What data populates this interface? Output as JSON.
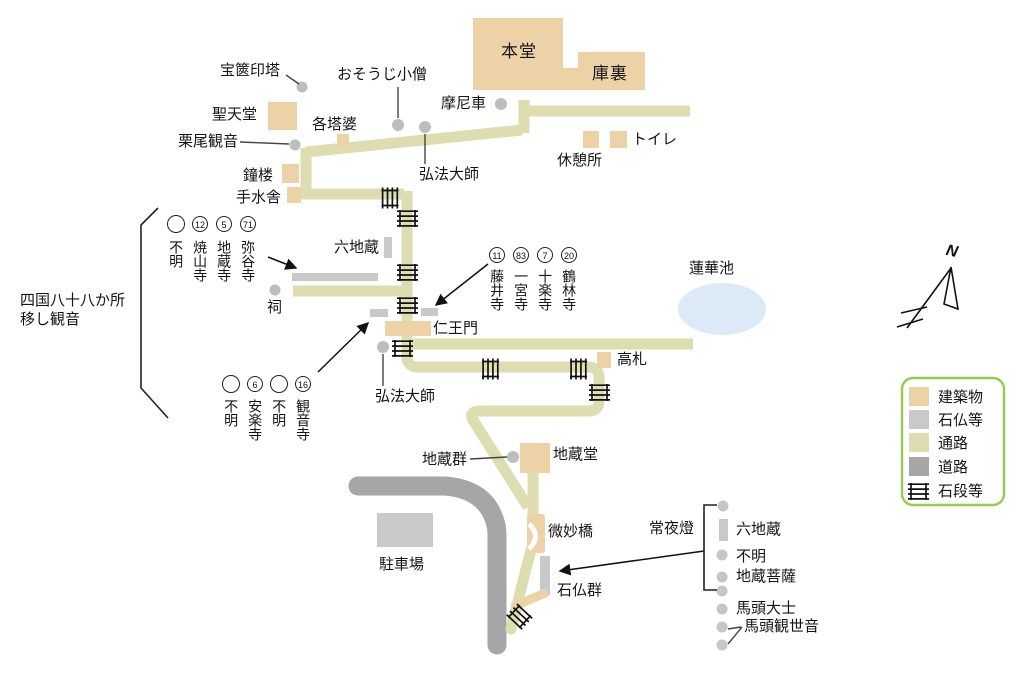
{
  "places": {
    "hokyointo": "宝篋印塔",
    "osoji_kozo": "おそうじ小僧",
    "hondo": "本堂",
    "kuri": "庫裏",
    "manisha": "摩尼車",
    "shotendo": "聖天堂",
    "kakutoba": "各塔婆",
    "kurio_kannon": "栗尾観音",
    "toilet": "トイレ",
    "rest_area": "休憩所",
    "shoro": "鐘楼",
    "temizusha": "手水舎",
    "kobo_daishi_upper": "弘法大師",
    "rokujizo": "六地蔵",
    "hokora": "祠",
    "renge_pond": "蓮華池",
    "niomon": "仁王門",
    "kosatsu": "高札",
    "kobo_daishi_lower": "弘法大師",
    "jizo_gun": "地蔵群",
    "jizo_do": "地蔵堂",
    "parking": "駐車場",
    "bimyo_bridge": "微妙橋",
    "joyato": "常夜燈",
    "sekibutsu_gun": "石仏群"
  },
  "utsushi": {
    "caption": [
      "四国八十八か所",
      "移し観音"
    ],
    "row1": [
      {
        "num": "",
        "temple": "不明"
      },
      {
        "num": "12",
        "temple": "焼山寺"
      },
      {
        "num": "5",
        "temple": "地蔵寺"
      },
      {
        "num": "71",
        "temple": "弥谷寺"
      }
    ],
    "row2": [
      {
        "num": "",
        "temple": "不明"
      },
      {
        "num": "6",
        "temple": "安楽寺"
      },
      {
        "num": "",
        "temple": "不明"
      },
      {
        "num": "16",
        "temple": "観音寺"
      }
    ],
    "row3": [
      {
        "num": "11",
        "temple": "藤井寺"
      },
      {
        "num": "83",
        "temple": "一宮寺"
      },
      {
        "num": "7",
        "temple": "十楽寺"
      },
      {
        "num": "20",
        "temple": "鶴林寺"
      }
    ]
  },
  "stone_group_annotation": {
    "items": [
      "六地蔵",
      "不明",
      "地蔵菩薩",
      "馬頭大士",
      "馬頭観世音"
    ]
  },
  "legend": {
    "items": [
      {
        "label": "建築物",
        "color": "#edd2a8"
      },
      {
        "label": "石仏等",
        "color": "#c9c9c9"
      },
      {
        "label": "通路",
        "color": "#deddb2"
      },
      {
        "label": "道路",
        "color": "#a6a6a6"
      },
      {
        "label": "石段等",
        "color": "#111111"
      }
    ]
  },
  "compass": {
    "label": "N"
  },
  "colors": {
    "building": "#edd2a8",
    "stone": "#c9c9c9",
    "path": "#deddb2",
    "road": "#a6a6a6",
    "pond": "#dceaf8",
    "dot": "#bdbdbd",
    "dot_light": "#c6c6c6",
    "legend_border": "#97ca51"
  }
}
